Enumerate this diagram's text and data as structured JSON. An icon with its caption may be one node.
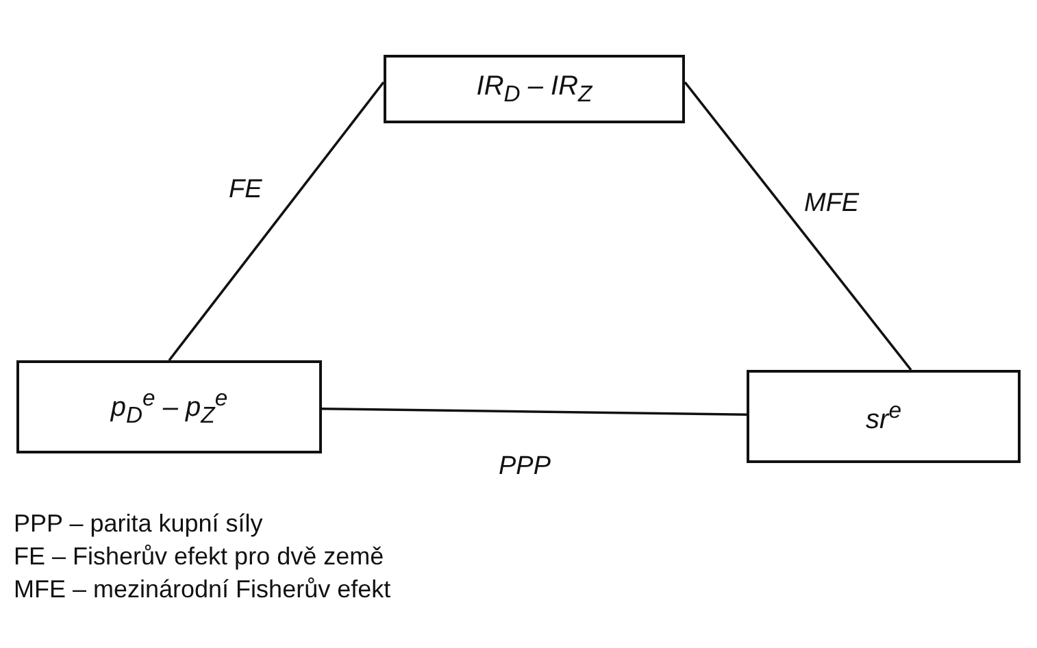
{
  "diagram": {
    "nodes": [
      {
        "text": [
          "IR$_{D}$ – IR$_{Z}$"
        ]
      },
      {
        "text": [
          "p$_{D}$$^{e}$ – p$_{Z}$$^{e}$"
        ]
      },
      {
        "text": [
          "sr$^{e}$"
        ]
      }
    ],
    "edges": [
      {
        "from": 0,
        "to": 1,
        "arrow": "none",
        "label": "FE"
      },
      {
        "from": 0,
        "to": 2,
        "arrow": "none",
        "label": "MFE"
      },
      {
        "from": 1,
        "to": 2,
        "arrow": "none",
        "label": "PPP"
      }
    ],
    "labels": [
      "PPP – parita kupní síly",
      "FE – Fisherův efekt pro dvě země",
      "MFE – mezinárodní Fisherův efekt"
    ]
  }
}
